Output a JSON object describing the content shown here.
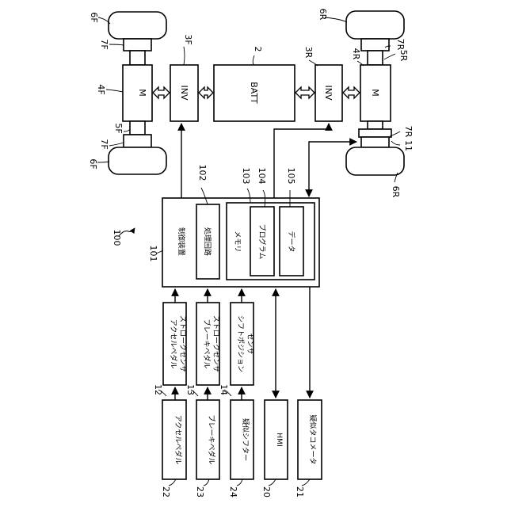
{
  "figure": {
    "ref_100": "100",
    "controller": {
      "ref": "101",
      "label": "制御装置"
    },
    "processor": {
      "ref": "102",
      "label": "処理回路"
    },
    "memory": {
      "ref": "103",
      "label": "メモリ"
    },
    "program": {
      "ref": "104",
      "label": "プログラム"
    },
    "data_block": {
      "ref": "105",
      "label": "データ"
    },
    "battery": {
      "ref": "2",
      "label": "BATT"
    },
    "inv_front": {
      "ref": "3F",
      "label": "INV"
    },
    "inv_rear": {
      "ref": "3R",
      "label": "INV"
    },
    "motor_front": {
      "ref": "4F",
      "label": "M"
    },
    "motor_rear": {
      "ref": "4R",
      "label": "M"
    },
    "shaft_front": {
      "ref": "5F"
    },
    "shaft_rear": {
      "ref": "5R"
    },
    "wheel_front_top": {
      "ref": "6F"
    },
    "wheel_front_bottom": {
      "ref": "6F"
    },
    "wheel_rear_top": {
      "ref": "6R"
    },
    "wheel_rear_bottom": {
      "ref": "6R"
    },
    "hub_front_top": {
      "ref": "7F"
    },
    "hub_front_bottom": {
      "ref": "7F"
    },
    "hub_rear_top": {
      "ref": "7R"
    },
    "hub_rear_bottom": {
      "ref": "7R"
    },
    "clutch": {
      "ref": "11"
    },
    "accel_sensor": {
      "ref": "12",
      "label1": "アクセルペダル",
      "label2": "ストロークセンサ"
    },
    "brake_sensor": {
      "ref": "13",
      "label1": "ブレーキペダル",
      "label2": "ストロークセンサ"
    },
    "shift_sensor": {
      "ref": "14",
      "label1": "シフトポジション",
      "label2": "センサ"
    },
    "hmi": {
      "ref": "20",
      "label": "HMI"
    },
    "tacho": {
      "ref": "21",
      "label": "疑似タコメータ"
    },
    "accel_pedal": {
      "ref": "22",
      "label": "アクセルペダル"
    },
    "brake_pedal": {
      "ref": "23",
      "label": "ブレーキペダル"
    },
    "shifter": {
      "ref": "24",
      "label": "疑似シフター"
    }
  }
}
